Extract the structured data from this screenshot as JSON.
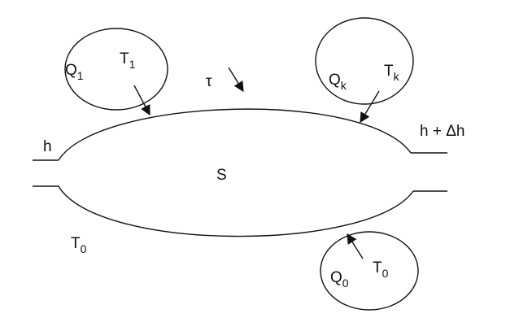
{
  "colors": {
    "stroke": "#111111",
    "background": "#ffffff"
  },
  "labels": {
    "inlet": "h",
    "outlet": "h + Δh",
    "system": "S",
    "work": "τ",
    "ambient": {
      "base": "T",
      "sub": "0"
    }
  },
  "reservoirs": {
    "first": {
      "Q": "Q",
      "Q_sub": "1",
      "T": "T",
      "T_sub": "1"
    },
    "kth": {
      "Q": "Q",
      "Q_sub": "k",
      "T": "T",
      "T_sub": "k"
    },
    "zeroth": {
      "Q": "Q",
      "Q_sub": "0",
      "T": "T",
      "T_sub": "0"
    }
  }
}
